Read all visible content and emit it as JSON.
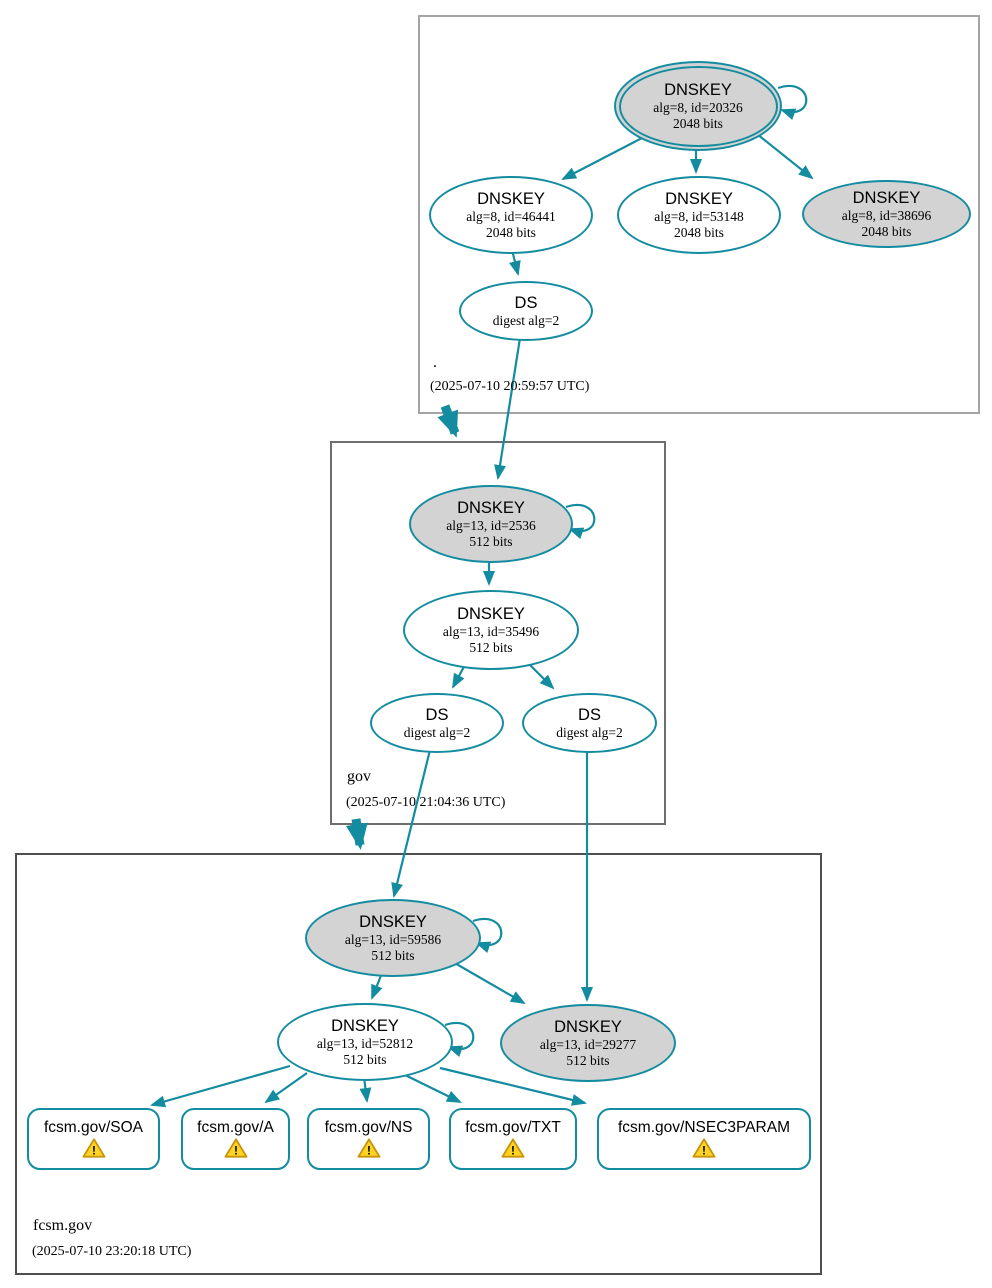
{
  "colors": {
    "edge_teal": "#148ca0",
    "node_fill_gray": "#d3d3d3",
    "node_fill_white": "#ffffff",
    "warning_yellow": "#ffd422",
    "warning_border": "#c9940a",
    "zone_border_root": "#a5a5a5",
    "zone_border_gov": "#6e6e6e",
    "zone_border_fcsm": "#4f4f4f"
  },
  "zones": {
    "root": {
      "name": ".",
      "timestamp": "(2025-07-10 20:59:57 UTC)"
    },
    "gov": {
      "name": "gov",
      "timestamp": "(2025-07-10 21:04:36 UTC)"
    },
    "fcsm": {
      "name": "fcsm.gov",
      "timestamp": "(2025-07-10 23:20:18 UTC)"
    }
  },
  "nodes": {
    "root_ksk": {
      "title": "DNSKEY",
      "detail": "alg=8, id=20326",
      "bits": "2048 bits"
    },
    "root_zsk1": {
      "title": "DNSKEY",
      "detail": "alg=8, id=46441",
      "bits": "2048 bits"
    },
    "root_zsk2": {
      "title": "DNSKEY",
      "detail": "alg=8, id=53148",
      "bits": "2048 bits"
    },
    "root_key3": {
      "title": "DNSKEY",
      "detail": "alg=8, id=38696",
      "bits": "2048 bits"
    },
    "root_ds": {
      "title": "DS",
      "detail": "digest alg=2"
    },
    "gov_ksk": {
      "title": "DNSKEY",
      "detail": "alg=13, id=2536",
      "bits": "512 bits"
    },
    "gov_zsk": {
      "title": "DNSKEY",
      "detail": "alg=13, id=35496",
      "bits": "512 bits"
    },
    "gov_ds_left": {
      "title": "DS",
      "detail": "digest alg=2"
    },
    "gov_ds_right": {
      "title": "DS",
      "detail": "digest alg=2"
    },
    "fcsm_ksk": {
      "title": "DNSKEY",
      "detail": "alg=13, id=59586",
      "bits": "512 bits"
    },
    "fcsm_zsk": {
      "title": "DNSKEY",
      "detail": "alg=13, id=52812",
      "bits": "512 bits"
    },
    "fcsm_key3": {
      "title": "DNSKEY",
      "detail": "alg=13, id=29277",
      "bits": "512 bits"
    }
  },
  "rrsets": [
    {
      "label": "fcsm.gov/SOA",
      "status": "warning"
    },
    {
      "label": "fcsm.gov/A",
      "status": "warning"
    },
    {
      "label": "fcsm.gov/NS",
      "status": "warning"
    },
    {
      "label": "fcsm.gov/TXT",
      "status": "warning"
    },
    {
      "label": "fcsm.gov/NSEC3PARAM",
      "status": "warning"
    }
  ],
  "edges": [
    {
      "from": "root_ksk",
      "to": "root_ksk"
    },
    {
      "from": "root_ksk",
      "to": "root_zsk1"
    },
    {
      "from": "root_ksk",
      "to": "root_zsk2"
    },
    {
      "from": "root_ksk",
      "to": "root_key3"
    },
    {
      "from": "root_zsk1",
      "to": "root_ds"
    },
    {
      "from": "root_ds",
      "to": "gov_ksk"
    },
    {
      "from": "zone_root",
      "to": "zone_gov"
    },
    {
      "from": "gov_ksk",
      "to": "gov_ksk"
    },
    {
      "from": "gov_ksk",
      "to": "gov_zsk"
    },
    {
      "from": "gov_zsk",
      "to": "gov_ds_left"
    },
    {
      "from": "gov_zsk",
      "to": "gov_ds_right"
    },
    {
      "from": "gov_ds_left",
      "to": "fcsm_ksk"
    },
    {
      "from": "gov_ds_right",
      "to": "fcsm_key3"
    },
    {
      "from": "zone_gov",
      "to": "zone_fcsm"
    },
    {
      "from": "fcsm_ksk",
      "to": "fcsm_ksk"
    },
    {
      "from": "fcsm_ksk",
      "to": "fcsm_zsk"
    },
    {
      "from": "fcsm_ksk",
      "to": "fcsm_key3"
    },
    {
      "from": "fcsm_zsk",
      "to": "fcsm_zsk"
    },
    {
      "from": "fcsm_zsk",
      "to": "rrset_soa"
    },
    {
      "from": "fcsm_zsk",
      "to": "rrset_a"
    },
    {
      "from": "fcsm_zsk",
      "to": "rrset_ns"
    },
    {
      "from": "fcsm_zsk",
      "to": "rrset_txt"
    },
    {
      "from": "fcsm_zsk",
      "to": "rrset_nsec3param"
    }
  ]
}
